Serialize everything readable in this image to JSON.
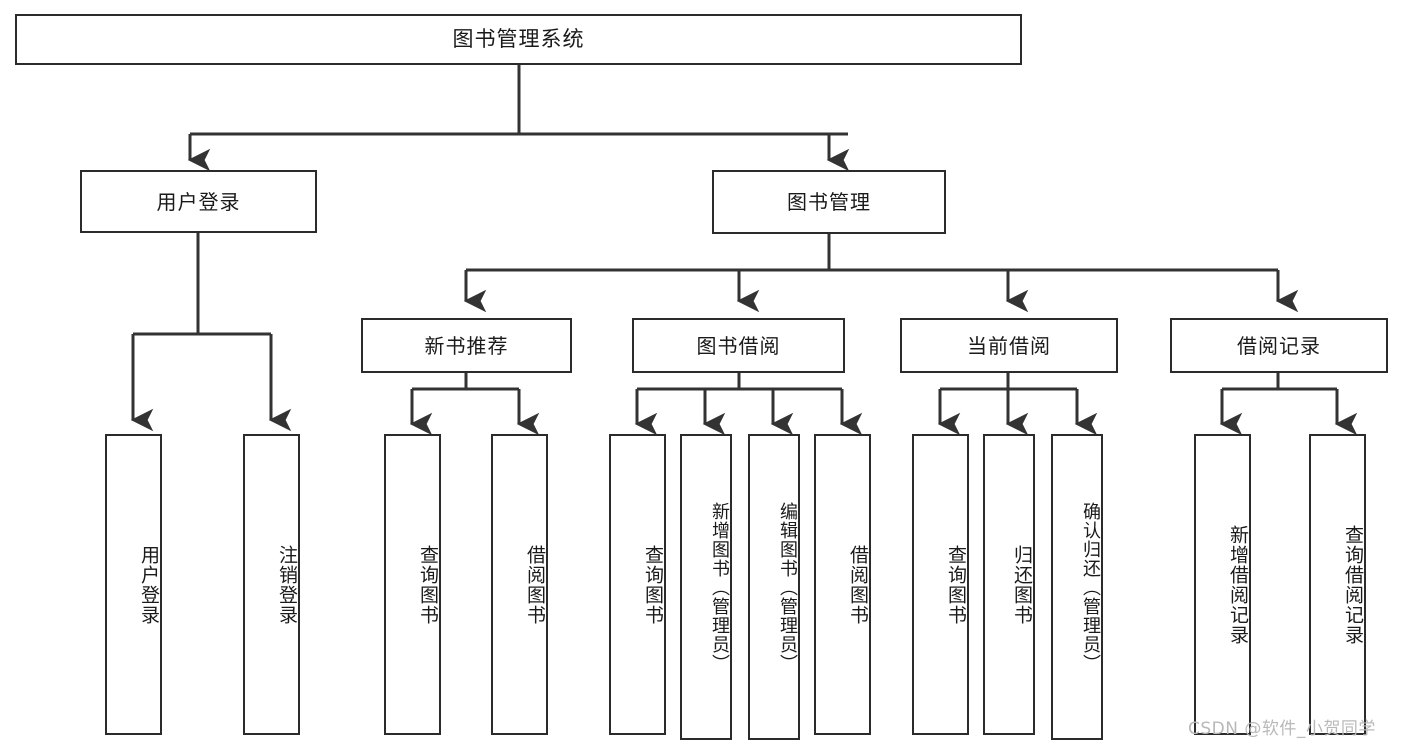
{
  "diagram": {
    "title": "图书管理系统",
    "type": "tree-hierarchy-chart",
    "watermark": "CSDN @软件_小贺同学",
    "colors": {
      "border": "#2b2b2b",
      "background": "#ffffff",
      "text": "#1a1a1a",
      "connector": "#333333",
      "watermark": "#b9b9b9"
    }
  },
  "nodes": {
    "root": {
      "label": "图书管理系统"
    },
    "level2": [
      {
        "id": "user-login",
        "label": "用户登录"
      },
      {
        "id": "book-management",
        "label": "图书管理"
      }
    ],
    "level3": [
      {
        "id": "new-book-recommend",
        "label": "新书推荐"
      },
      {
        "id": "book-borrow",
        "label": "图书借阅"
      },
      {
        "id": "current-borrow",
        "label": "当前借阅"
      },
      {
        "id": "borrow-record",
        "label": "借阅记录"
      }
    ],
    "leaves": {
      "user_login": [
        {
          "id": "leaf-user-login",
          "label": "用户登录"
        },
        {
          "id": "leaf-logout",
          "label": "注销登录"
        }
      ],
      "new_book_recommend": [
        {
          "id": "leaf-query-book-1",
          "label": "查询图书"
        },
        {
          "id": "leaf-borrow-book-1",
          "label": "借阅图书"
        }
      ],
      "book_borrow": [
        {
          "id": "leaf-query-book-2",
          "label": "查询图书"
        },
        {
          "id": "leaf-add-book",
          "label": "新增图书（管理员）"
        },
        {
          "id": "leaf-edit-book",
          "label": "编辑图书（管理员）"
        },
        {
          "id": "leaf-borrow-book-2",
          "label": "借阅图书"
        }
      ],
      "current_borrow": [
        {
          "id": "leaf-query-book-3",
          "label": "查询图书"
        },
        {
          "id": "leaf-return-book",
          "label": "归还图书"
        },
        {
          "id": "leaf-confirm-return",
          "label": "确认归还（管理员）"
        }
      ],
      "borrow_record": [
        {
          "id": "leaf-add-record",
          "label": "新增借阅记录"
        },
        {
          "id": "leaf-query-record",
          "label": "查询借阅记录"
        }
      ]
    }
  }
}
